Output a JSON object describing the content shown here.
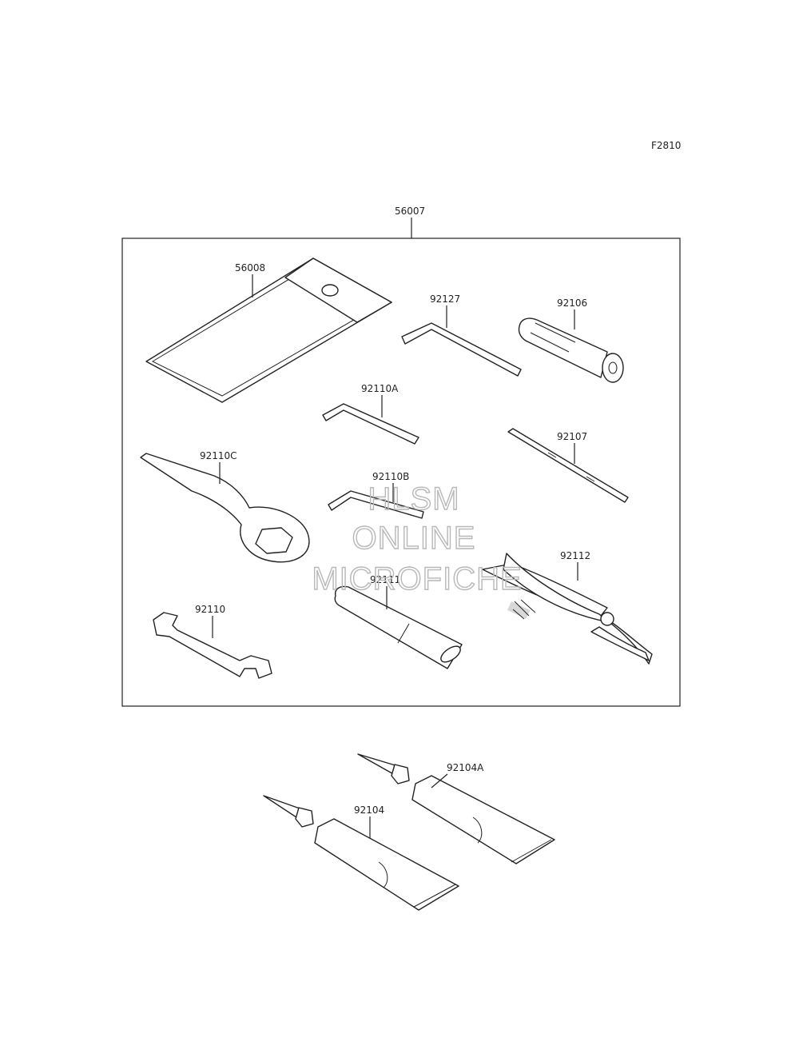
{
  "figure_code": "F2810",
  "kit": {
    "part_number": "56007"
  },
  "parts": {
    "p56008": "56008",
    "p92127": "92127",
    "p92106": "92106",
    "p92110A": "92110A",
    "p92107": "92107",
    "p92110C": "92110C",
    "p92110B": "92110B",
    "p92111": "92111",
    "p92112": "92112",
    "p92110": "92110",
    "p92104A": "92104A",
    "p92104": "92104"
  },
  "watermark": {
    "line1": "HLSM",
    "line2": "ONLINE",
    "line3": "MICROFICHE"
  }
}
